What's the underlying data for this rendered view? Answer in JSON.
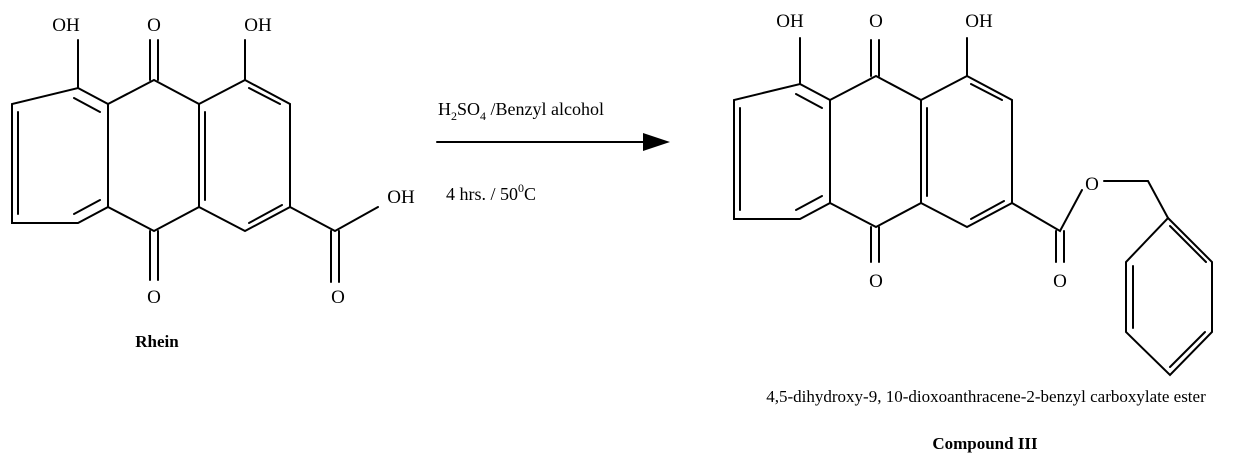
{
  "reactant": {
    "name": "Rhein",
    "labels": {
      "oh_left": "OH",
      "o_top": "O",
      "oh_right": "OH",
      "oh_acid": "OH",
      "o_bottom": "O",
      "o_acid": "O"
    }
  },
  "reaction": {
    "reagent_main": "H",
    "reagent_sub1": "2",
    "reagent_mid": "SO",
    "reagent_sub2": "4",
    "reagent_tail": " /Benzyl alcohol",
    "condition_time": "4 hrs. / 50",
    "condition_sup": "0",
    "condition_unit": "C"
  },
  "product": {
    "iupac_name": "4,5-dihydroxy-9, 10-dioxoanthracene-2-benzyl carboxylate ester",
    "label": "Compound III",
    "labels": {
      "oh_left": "OH",
      "o_top": "O",
      "oh_right": "OH",
      "o_ester": "O",
      "o_bottom": "O",
      "o_carbonyl": "O"
    }
  }
}
